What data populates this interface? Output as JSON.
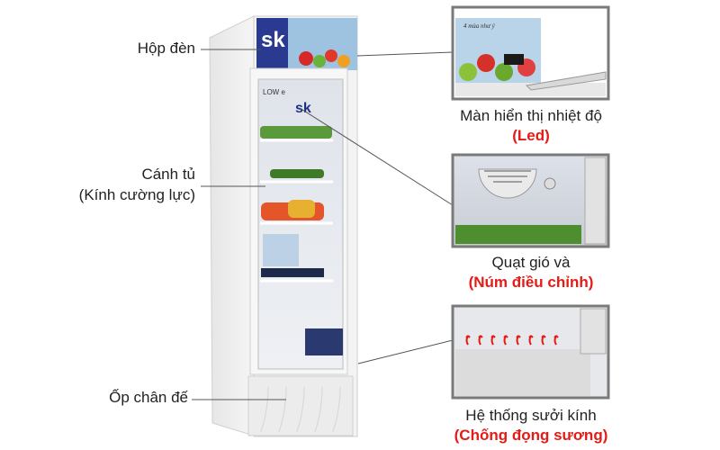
{
  "left_labels": {
    "light_box": "Hộp đèn",
    "door": "Cánh tủ",
    "door_sub": "(Kính cường lực)",
    "base_cover": "Ốp chân đế"
  },
  "fridge": {
    "brand": "sk",
    "glass_badge": "LOW e",
    "panel_slogan": "4 mùa như ý"
  },
  "callouts": [
    {
      "title": "Màn hiển thị nhiệt độ",
      "highlight": "(Led)"
    },
    {
      "title": "Quạt gió và",
      "highlight": "(Núm điều chỉnh)"
    },
    {
      "title": "Hệ thống sưởi kính",
      "highlight": "(Chống đọng sương)"
    }
  ],
  "colors": {
    "highlight": "#e41b17",
    "frame": "#7a7a7a",
    "brand_blue": "#1f2f8a"
  }
}
